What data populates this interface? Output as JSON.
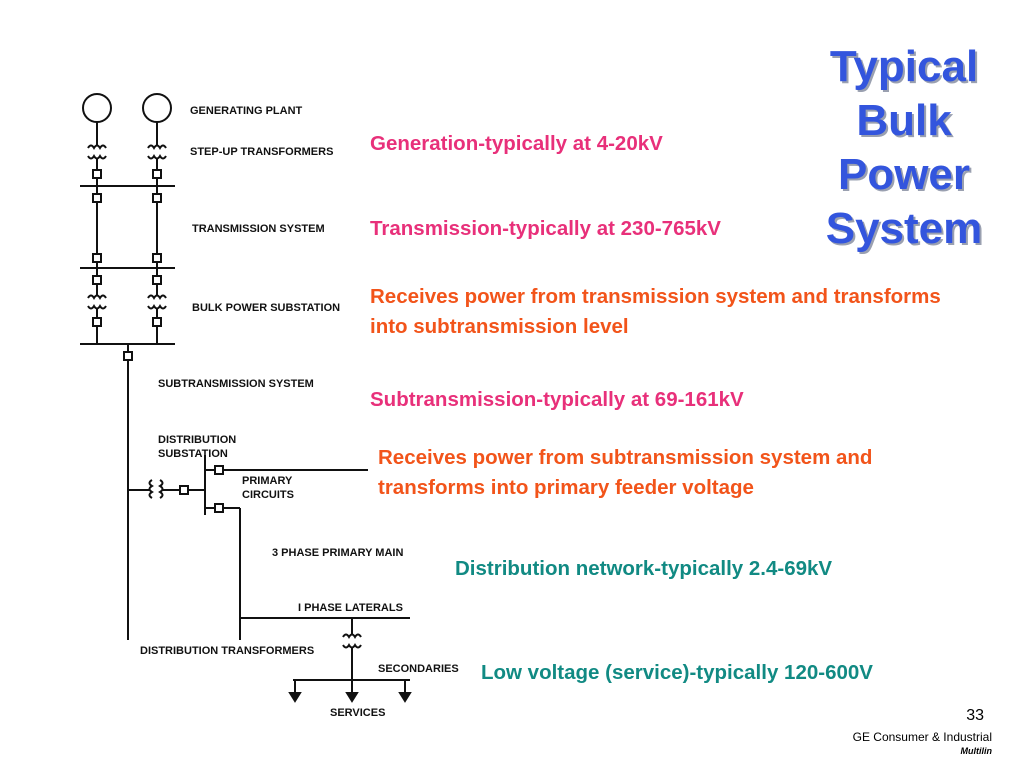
{
  "title": [
    "Typical",
    "Bulk",
    "Power",
    "System"
  ],
  "diagram_labels": {
    "generating_plant": "GENERATING PLANT",
    "step_up": "STEP-UP TRANSFORMERS",
    "transmission": "TRANSMISSION SYSTEM",
    "bulk_substation": "BULK POWER SUBSTATION",
    "subtransmission": "SUBTRANSMISSION SYSTEM",
    "distribution": "DISTRIBUTION",
    "substation": "SUBSTATION",
    "primary": "PRIMARY",
    "circuits": "CIRCUITS",
    "three_phase": "3 PHASE PRIMARY MAIN",
    "one_phase": "I PHASE LATERALS",
    "dist_transformers": "DISTRIBUTION TRANSFORMERS",
    "secondaries": "SECONDARIES",
    "services": "SERVICES"
  },
  "notes": {
    "generation": "Generation-typically at 4-20kV",
    "transmission": "Transmission-typically at 230-765kV",
    "bulk": "Receives power from transmission system and transforms into subtransmission level",
    "subtransmission": "Subtransmission-typically at 69-161kV",
    "distribution_sub": "Receives power from subtransmission system and transforms into primary feeder voltage",
    "distribution_network": "Distribution network-typically 2.4-69kV",
    "low_voltage": "Low voltage (service)-typically 120-600V"
  },
  "footer": {
    "page": "33",
    "company": "GE Consumer & Industrial",
    "brand": "Multilin"
  },
  "colors": {
    "title": "#3355dd",
    "pink": "#e8307a",
    "orange": "#f2541a",
    "teal": "#118a83"
  }
}
